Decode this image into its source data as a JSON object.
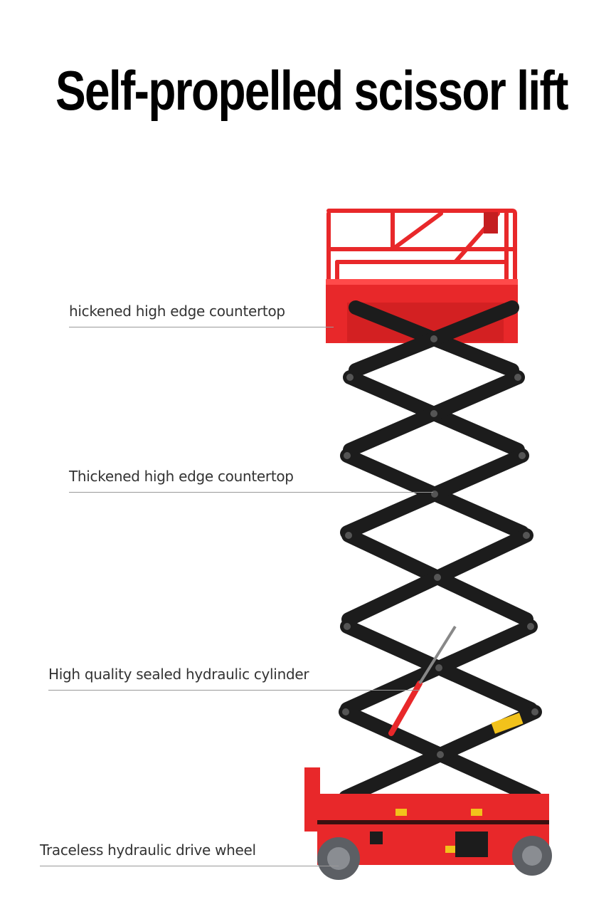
{
  "title": "Self-propelled scissor lift",
  "callouts": [
    {
      "label": "hickened high edge countertop"
    },
    {
      "label": "Thickened high edge countertop"
    },
    {
      "label": "High quality sealed hydraulic cylinder"
    },
    {
      "label": "Traceless hydraulic drive wheel"
    }
  ],
  "colors": {
    "platform_red": "#e8282a",
    "scissor_black": "#1c1c1c",
    "wheel_grey": "#6b6e73",
    "warning_yellow": "#f2c21b"
  },
  "icons": [
    "scissor-lift-illustration",
    "warning-label-icon",
    "control-box-icon"
  ]
}
